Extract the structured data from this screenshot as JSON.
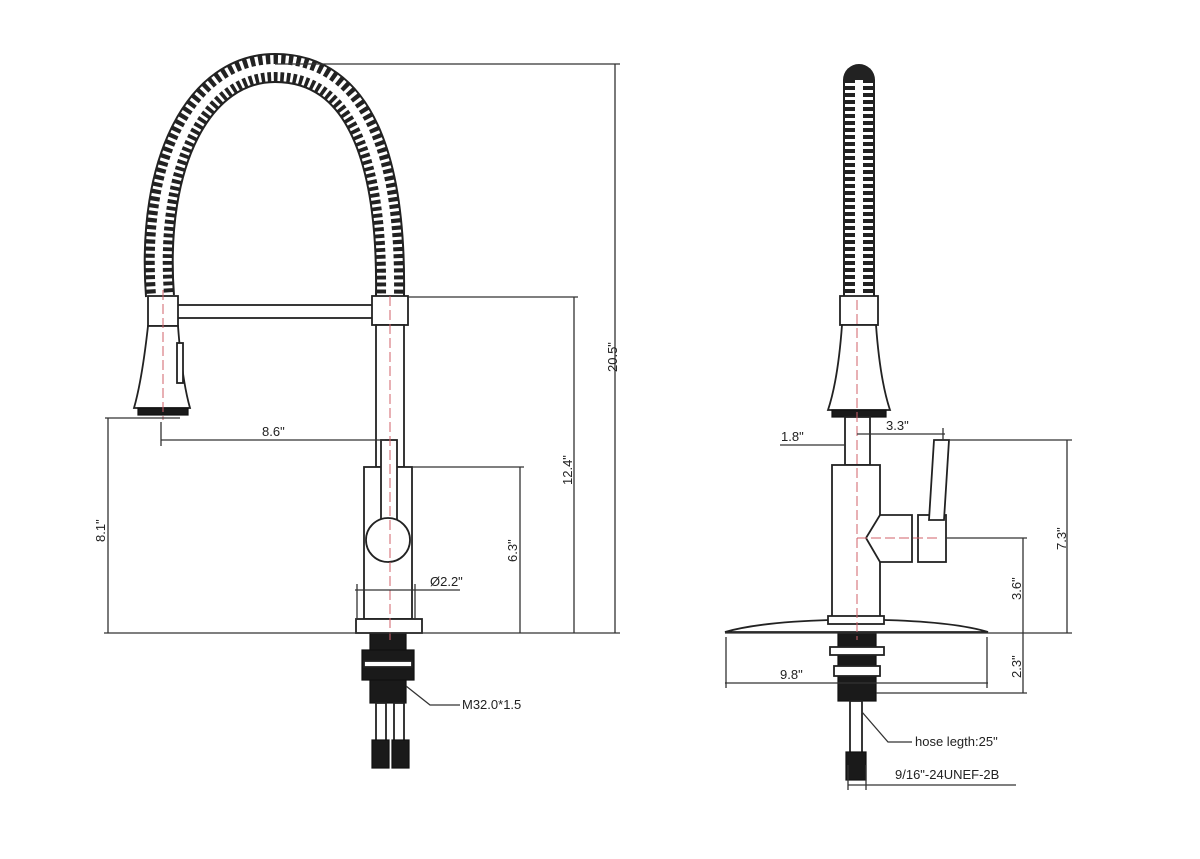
{
  "diagram": {
    "front_view": {
      "total_height": "20.5\"",
      "spout_height": "12.4\"",
      "body_height": "6.3\"",
      "spray_head_clearance": "8.1\"",
      "reach": "8.6\"",
      "base_diameter": "Ø2.2\"",
      "thread_spec": "M32.0*1.5"
    },
    "side_view": {
      "column_width": "1.8\"",
      "handle_offset": "3.3\"",
      "handle_height": "7.3\"",
      "handle_axis_height": "3.6\"",
      "shank_length": "2.3\"",
      "deck_plate_width": "9.8\"",
      "hose_length": "hose legth:25\"",
      "hose_thread": "9/16\"-24UNEF-2B"
    }
  }
}
